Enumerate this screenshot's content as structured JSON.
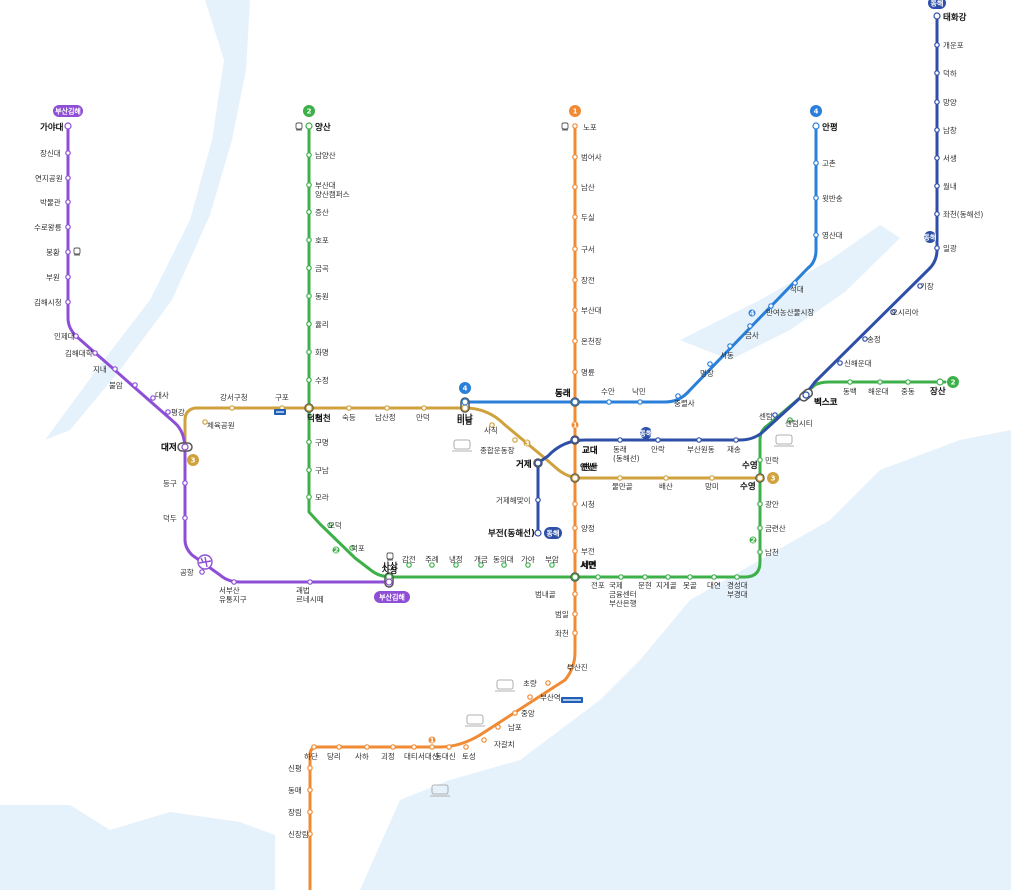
{
  "colors": {
    "line1": "#f08a33",
    "line2": "#3db04a",
    "line3": "#cfa23e",
    "line4": "#2a7fd9",
    "donghae": "#2d4fa8",
    "bgl": "#8e4fd6",
    "water": "#e6f2fb"
  },
  "badges": {
    "line1": "1",
    "line2": "2",
    "line3": "3",
    "line4": "4",
    "donghae": "동해",
    "bgl": "부산김해"
  },
  "icons": [
    "train-icon",
    "ktx-icon",
    "airport-icon",
    "landmark-icon"
  ],
  "airport_station": "공항",
  "stations": {
    "line1": [
      "노포",
      "범어사",
      "남산",
      "두실",
      "구서",
      "장전",
      "부산대",
      "온천장",
      "명륜",
      "동래",
      "교대",
      "연산",
      "시청",
      "양정",
      "부전",
      "서면",
      "범내골",
      "범일",
      "좌천",
      "부산진",
      "초량",
      "부산역",
      "중앙",
      "남포",
      "자갈치",
      "토성",
      "동대신",
      "서대신",
      "대티",
      "괴정",
      "사하",
      "당리",
      "하단",
      "신평",
      "동매",
      "장림",
      "신장림"
    ],
    "line2": [
      "양산",
      "남양산",
      "부산대\n양산캠퍼스",
      "증산",
      "호포",
      "금곡",
      "동원",
      "율리",
      "화명",
      "수정",
      "덕천",
      "구명",
      "구남",
      "모라",
      "모덕",
      "덕포",
      "사상",
      "감전",
      "주례",
      "냉정",
      "개금",
      "동의대",
      "가야",
      "부암",
      "서면",
      "전포",
      "국제\n금융센터\n부산은행",
      "문현",
      "지게골",
      "못골",
      "대연",
      "경성대\n부경대",
      "남천",
      "금련산",
      "광안",
      "수영",
      "민락",
      "센텀시티",
      "벡스코",
      "동백",
      "해운대",
      "중동",
      "장산"
    ],
    "line3": [
      "대저",
      "체육공원",
      "강서구청",
      "구포",
      "덕천",
      "숙등",
      "남산정",
      "만덕",
      "미남",
      "사직",
      "종합운동장",
      "거제",
      "연산",
      "물만골",
      "배산",
      "망미",
      "수영"
    ],
    "line4": [
      "안평",
      "고촌",
      "윗반송",
      "영산대",
      "석대",
      "반여농산물시장",
      "금사",
      "서동",
      "명장",
      "충렬사",
      "낙민",
      "수안",
      "동래",
      "미남"
    ],
    "donghae": [
      "태화강",
      "개운포",
      "덕하",
      "망양",
      "남창",
      "서생",
      "월내",
      "좌천(동해선)",
      "일광",
      "기장",
      "오시리아",
      "송정",
      "신해운대",
      "벡스코",
      "센텀",
      "재송",
      "부산원동",
      "안락",
      "동래\n(동해선)",
      "교대",
      "거제",
      "거제해맞이",
      "부전(동해선)"
    ],
    "bgl": [
      "가야대",
      "장신대",
      "연지공원",
      "박물관",
      "수로왕릉",
      "봉황",
      "부원",
      "김해시청",
      "인제대",
      "김해대학",
      "지내",
      "불암",
      "대사",
      "평강",
      "대저",
      "등구",
      "덕두",
      "공항",
      "서부산\n유통지구",
      "괘법\n르네시떼",
      "사상"
    ]
  }
}
